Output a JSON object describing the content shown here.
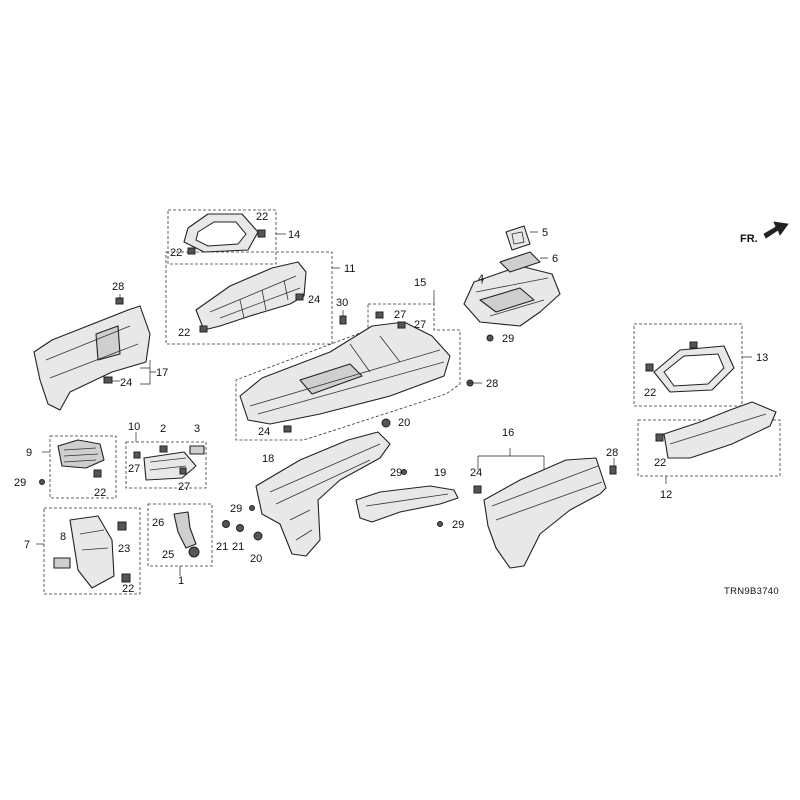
{
  "diagram": {
    "code": "TRN9B3740",
    "direction_label": "FR.",
    "callouts": [
      {
        "id": "c1",
        "label": "1"
      },
      {
        "id": "c2",
        "label": "2"
      },
      {
        "id": "c3",
        "label": "3"
      },
      {
        "id": "c4",
        "label": "4"
      },
      {
        "id": "c5",
        "label": "5"
      },
      {
        "id": "c6",
        "label": "6"
      },
      {
        "id": "c7",
        "label": "7"
      },
      {
        "id": "c8",
        "label": "8"
      },
      {
        "id": "c9",
        "label": "9"
      },
      {
        "id": "c10",
        "label": "10"
      },
      {
        "id": "c11",
        "label": "11"
      },
      {
        "id": "c12",
        "label": "12"
      },
      {
        "id": "c13",
        "label": "13"
      },
      {
        "id": "c14",
        "label": "14"
      },
      {
        "id": "c15",
        "label": "15"
      },
      {
        "id": "c16",
        "label": "16"
      },
      {
        "id": "c17",
        "label": "17"
      },
      {
        "id": "c18",
        "label": "18"
      },
      {
        "id": "c19",
        "label": "19"
      },
      {
        "id": "c20a",
        "label": "20"
      },
      {
        "id": "c20b",
        "label": "20"
      },
      {
        "id": "c21a",
        "label": "21"
      },
      {
        "id": "c21b",
        "label": "21"
      },
      {
        "id": "c22a",
        "label": "22"
      },
      {
        "id": "c22b",
        "label": "22"
      },
      {
        "id": "c22c",
        "label": "22"
      },
      {
        "id": "c22d",
        "label": "22"
      },
      {
        "id": "c22e",
        "label": "22"
      },
      {
        "id": "c22f",
        "label": "22"
      },
      {
        "id": "c22g",
        "label": "22"
      },
      {
        "id": "c23",
        "label": "23"
      },
      {
        "id": "c24a",
        "label": "24"
      },
      {
        "id": "c24b",
        "label": "24"
      },
      {
        "id": "c24c",
        "label": "24"
      },
      {
        "id": "c24d",
        "label": "24"
      },
      {
        "id": "c25",
        "label": "25"
      },
      {
        "id": "c26",
        "label": "26"
      },
      {
        "id": "c27a",
        "label": "27"
      },
      {
        "id": "c27b",
        "label": "27"
      },
      {
        "id": "c27c",
        "label": "27"
      },
      {
        "id": "c27d",
        "label": "27"
      },
      {
        "id": "c28a",
        "label": "28"
      },
      {
        "id": "c28b",
        "label": "28"
      },
      {
        "id": "c28c",
        "label": "28"
      },
      {
        "id": "c29a",
        "label": "29"
      },
      {
        "id": "c29b",
        "label": "29"
      },
      {
        "id": "c29c",
        "label": "29"
      },
      {
        "id": "c29d",
        "label": "29"
      },
      {
        "id": "c29e",
        "label": "29"
      },
      {
        "id": "c30",
        "label": "30"
      }
    ]
  }
}
